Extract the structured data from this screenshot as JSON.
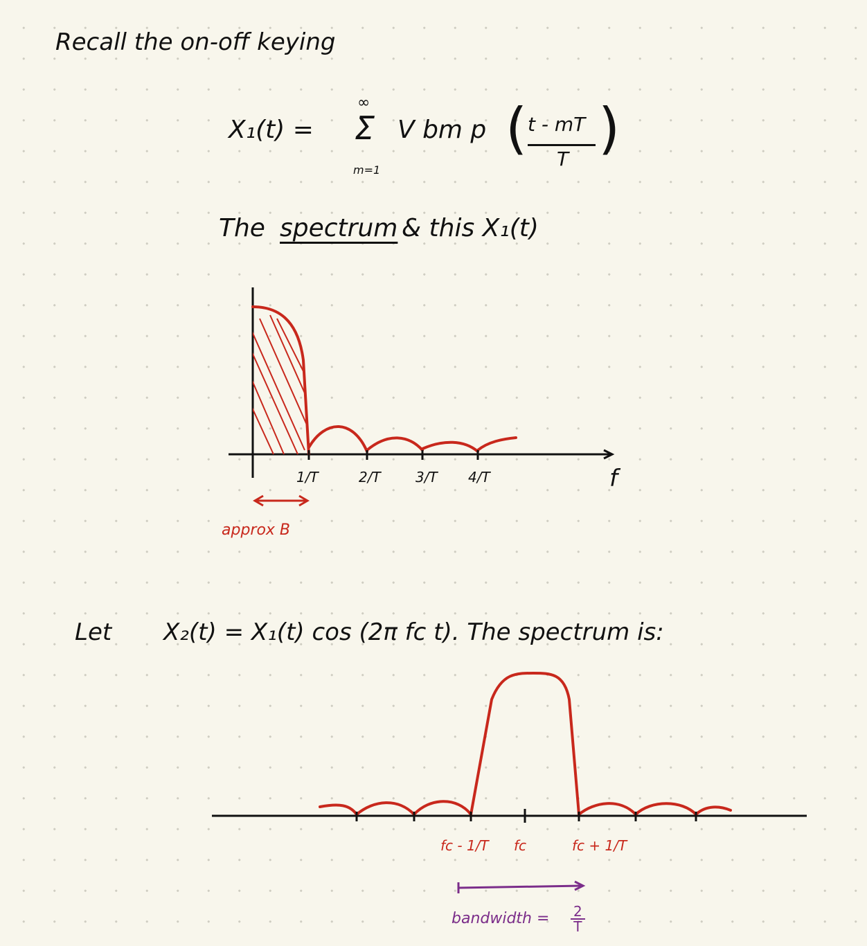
{
  "intro": {
    "recall": "Recall the on-off keying"
  },
  "equation1": {
    "lhs": "X₁(t) =",
    "sum_top": "∞",
    "sum_symbol": "Σ",
    "sum_bottom": "m=1",
    "body": "V bm p",
    "frac_num": "t - mT",
    "frac_den": "T"
  },
  "spectrum_line": {
    "the": "The",
    "spectrum": "spectrum",
    "rest": "& this X₁(t)"
  },
  "graph1": {
    "tick_labels": [
      "1/T",
      "2/T",
      "3/T",
      "4/T"
    ],
    "x_axis_label": "f",
    "annotation": "approx B",
    "curve_color": "#c8281c"
  },
  "let_line": {
    "let": "Let",
    "equation": "X₂(t) = X₁(t) cos (2π fc t). The spectrum is:"
  },
  "graph2": {
    "tick_labels": [
      "fc - 1/T",
      "fc",
      "fc + 1/T"
    ],
    "bandwidth_label": "bandwidth =",
    "bandwidth_num": "2",
    "bandwidth_den": "T",
    "curve_color": "#c8281c",
    "bandwidth_color": "#7b2d8a"
  }
}
